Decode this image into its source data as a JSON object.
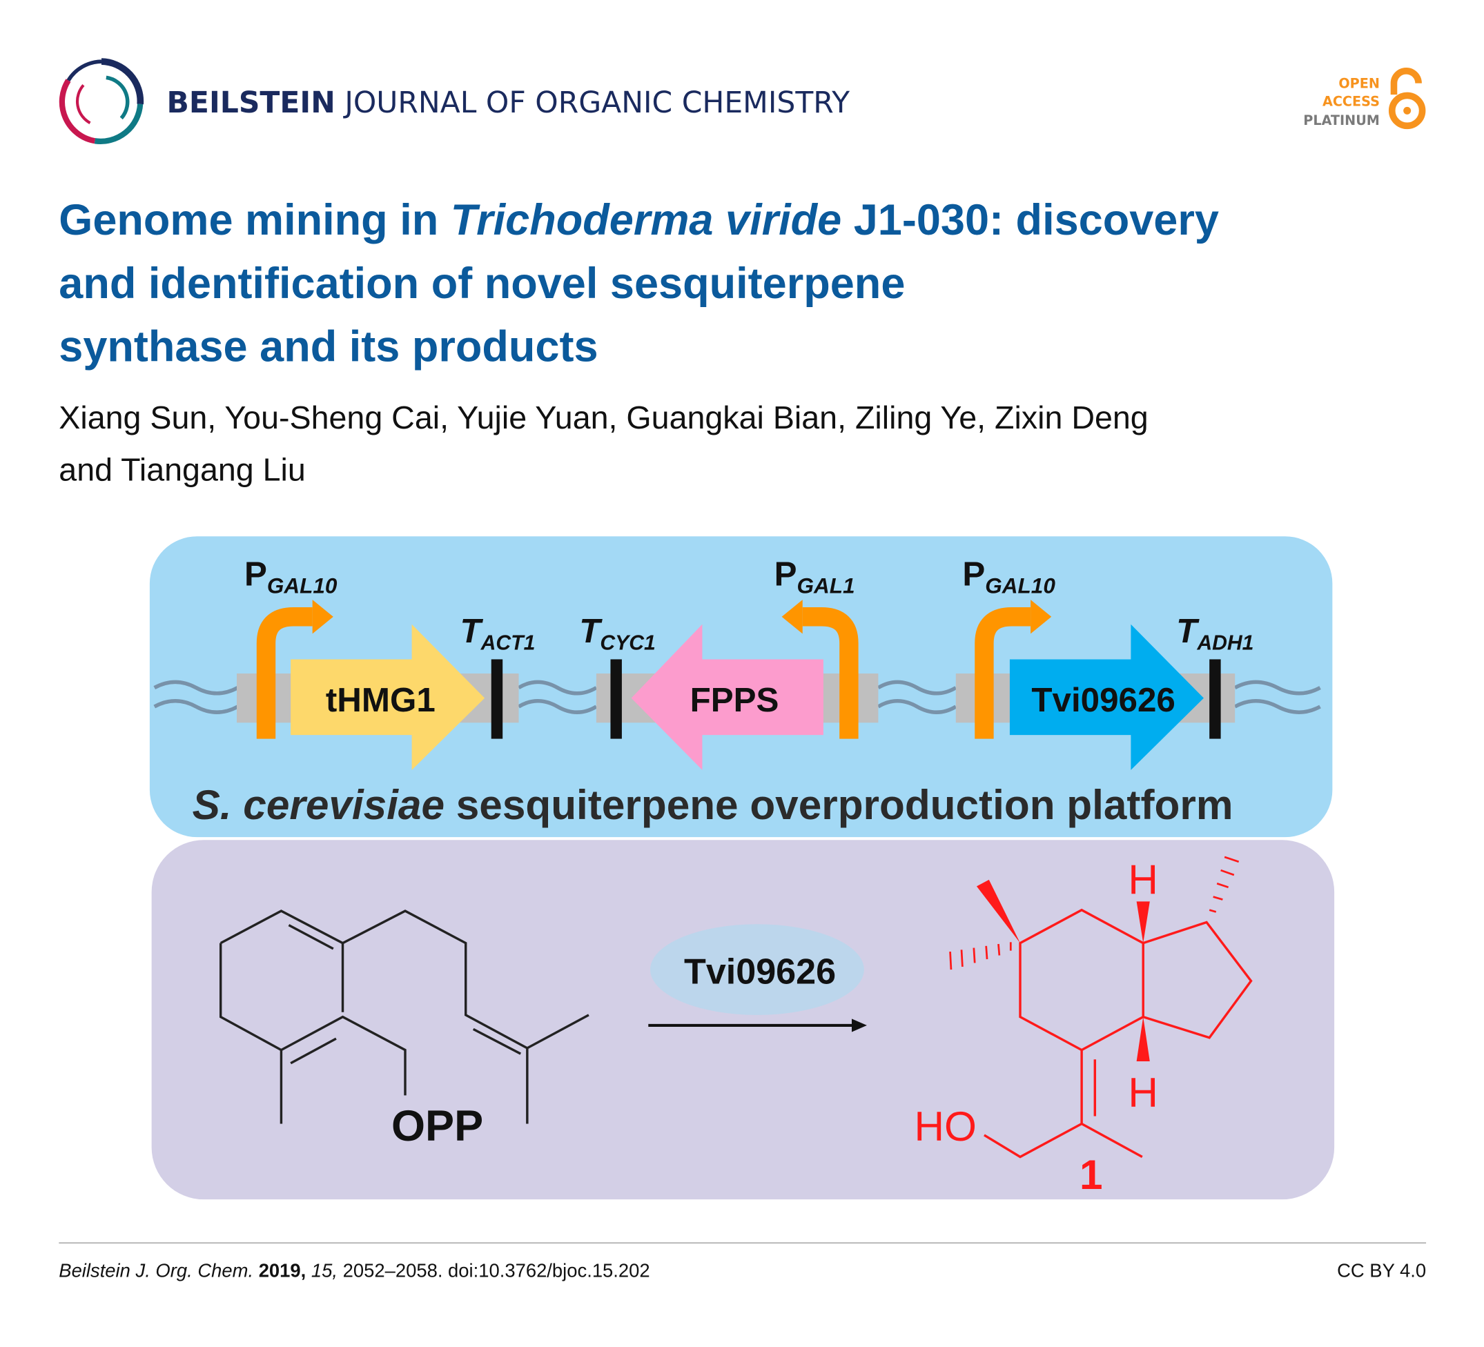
{
  "header": {
    "journal_bold": "BEILSTEIN",
    "journal_rest": "JOURNAL OF ORGANIC CHEMISTRY",
    "badge": [
      "OPEN",
      "ACCESS",
      "PLATINUM"
    ]
  },
  "article": {
    "title_line1_a": "Genome mining in ",
    "title_line1_italic": "Trichoderma viride",
    "title_line1_b": " J1-030: discovery",
    "title_line2": "and identification of novel sesquiterpene",
    "title_line3": "synthase and its products",
    "authors_line1": "Xiang Sun, You-Sheng Cai, Yujie Yuan, Guangkai Bian, Ziling Ye, Zixin Deng",
    "authors_line2": "and Tiangang Liu"
  },
  "figure": {
    "genes": [
      "tHMG1",
      "FPPS",
      "Tvi09626"
    ],
    "promoters": [
      {
        "p": "P",
        "sub": "GAL10"
      },
      {
        "p": "P",
        "sub": "GAL1"
      },
      {
        "p": "P",
        "sub": "GAL10"
      }
    ],
    "terminators": [
      {
        "t": "T",
        "sub": "ACT1"
      },
      {
        "t": "T",
        "sub": "CYC1"
      },
      {
        "t": "T",
        "sub": "ADH1"
      }
    ],
    "platform_italic": "S. cerevisiae",
    "platform_rest": " sesquiterpene overproduction platform",
    "substrate_label": "OPP",
    "enzyme": "Tvi09626",
    "product_h_top": "H",
    "product_h_bottom": "H",
    "product_ho": "HO",
    "product_number": "1",
    "colors": {
      "blue_panel": "#a3d9f5",
      "purple_panel": "#d3cfe6",
      "yellow_gene": "#fdd86b",
      "pink_gene": "#fc9ccd",
      "blue_gene": "#00adef",
      "promoter": "#ff9500",
      "product": "#ff1a1a"
    }
  },
  "footer": {
    "journal_abbrev": "Beilstein J. Org. Chem.",
    "year": "2019,",
    "volume": "15,",
    "pages_doi": "2052–2058. doi:10.3762/bjoc.15.202",
    "license": "CC BY 4.0"
  }
}
